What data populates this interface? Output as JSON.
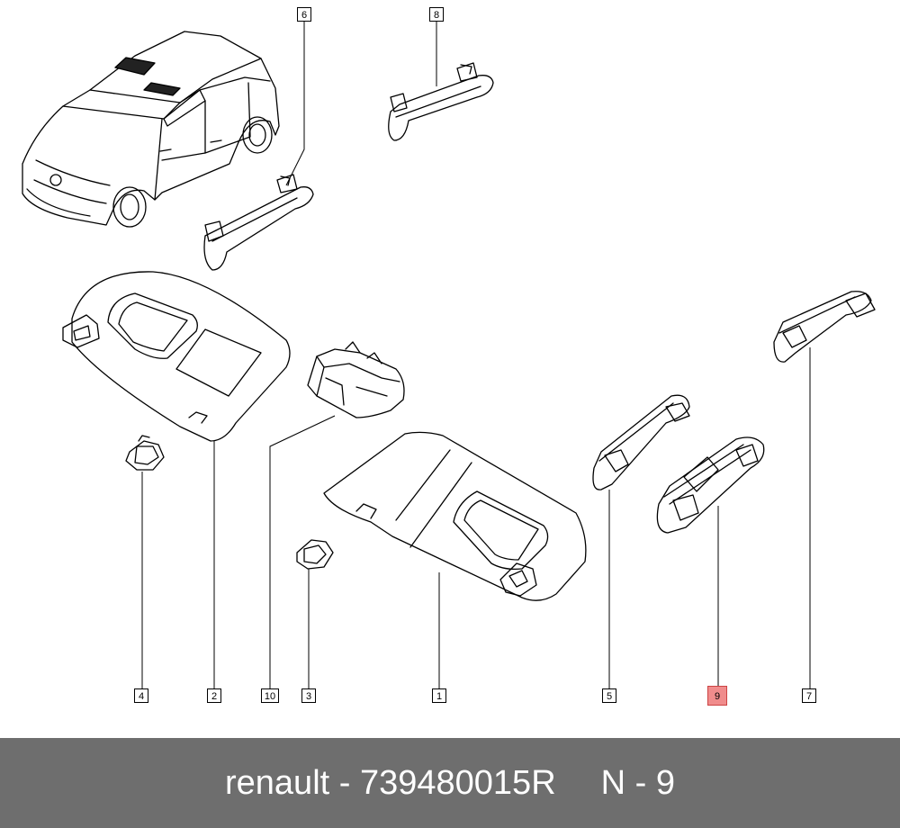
{
  "callouts": {
    "c1": "1",
    "c2": "2",
    "c3": "3",
    "c4": "4",
    "c5": "5",
    "c6": "6",
    "c7": "7",
    "c8": "8",
    "c9": "9",
    "c10": "10"
  },
  "highlighted_callout": "9",
  "highlight_color": "#f08c8c",
  "footer": {
    "brand": "renault",
    "separator": " - ",
    "part_number": "739480015R",
    "position_label": "N - 9"
  },
  "footer_bg": "#6e6e6e"
}
